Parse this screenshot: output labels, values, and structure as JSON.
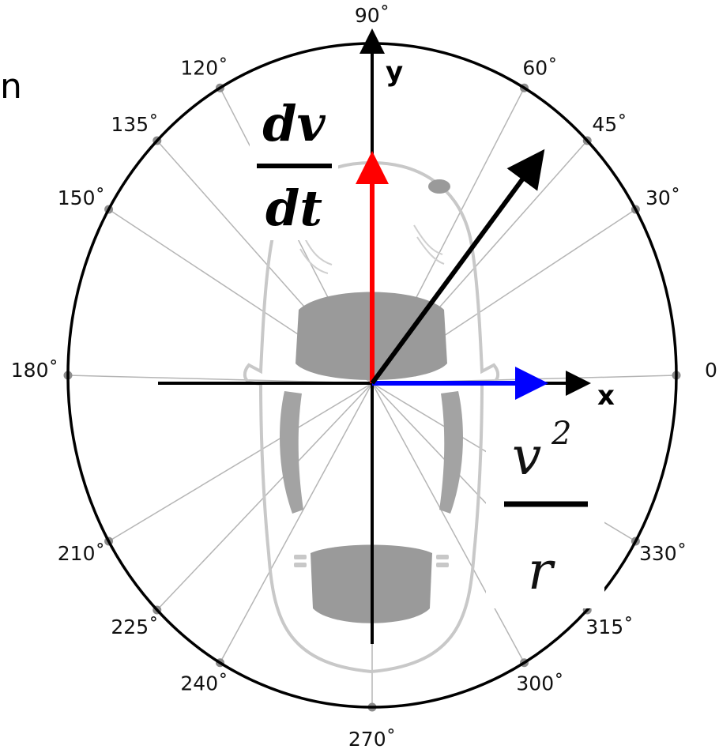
{
  "angles": [
    {
      "deg": 0,
      "label": "0"
    },
    {
      "deg": 30,
      "label": "30˚"
    },
    {
      "deg": 45,
      "label": "45˚"
    },
    {
      "deg": 60,
      "label": "60˚"
    },
    {
      "deg": 90,
      "label": "90˚"
    },
    {
      "deg": 120,
      "label": "120˚"
    },
    {
      "deg": 135,
      "label": "135˚"
    },
    {
      "deg": 150,
      "label": "150˚"
    },
    {
      "deg": 180,
      "label": "180˚"
    },
    {
      "deg": 210,
      "label": "210˚"
    },
    {
      "deg": 225,
      "label": "225˚"
    },
    {
      "deg": 240,
      "label": "240˚"
    },
    {
      "deg": 270,
      "label": "270˚"
    },
    {
      "deg": 300,
      "label": "300˚"
    },
    {
      "deg": 315,
      "label": "315˚"
    },
    {
      "deg": 330,
      "label": "330˚"
    }
  ],
  "axes": {
    "x_label": "x",
    "y_label": "y"
  },
  "tangential": {
    "numerator": "dv",
    "denominator": "dt"
  },
  "centripetal": {
    "numerator": "v",
    "exponent": "2",
    "denominator": "r"
  },
  "edge_text": "n",
  "colors": {
    "tangential_arrow": "#ff0000",
    "centripetal_arrow": "#0000ff",
    "resultant_arrow": "#000000",
    "car_body": "#9a9a9a",
    "spokes": "#b5b5b5"
  }
}
